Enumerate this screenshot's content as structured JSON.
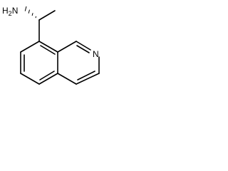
{
  "molecule": {
    "atoms": {
      "amine": {
        "label": "H",
        "subscript": "2",
        "suffix": "N"
      },
      "ring_nitrogen": {
        "label": "N"
      }
    },
    "stereo_hatch": true
  }
}
